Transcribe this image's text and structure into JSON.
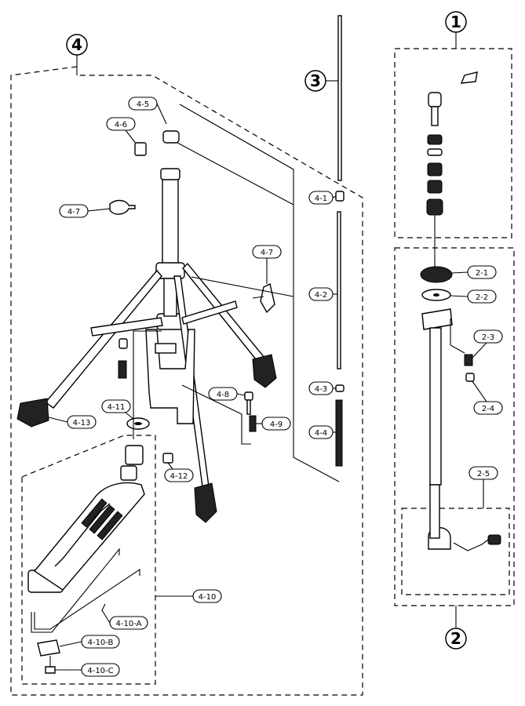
{
  "groups": [
    {
      "id": "g1",
      "label": "1"
    },
    {
      "id": "g2",
      "label": "2"
    },
    {
      "id": "g3",
      "label": "3"
    },
    {
      "id": "g4",
      "label": "4"
    }
  ],
  "labels": {
    "p4_5": "4-5",
    "p4_6": "4-6",
    "p4_7a": "4-7",
    "p4_7b": "4-7",
    "p4_8": "4-8",
    "p4_9": "4-9",
    "p4_10": "4-10",
    "p4_10a": "4-10-A",
    "p4_10b": "4-10-B",
    "p4_10c": "4-10-C",
    "p4_11": "4-11",
    "p4_12": "4-12",
    "p4_13": "4-13",
    "p4_1": "4-1",
    "p4_2": "4-2",
    "p4_3": "4-3",
    "p4_4": "4-4",
    "p2_1": "2-1",
    "p2_2": "2-2",
    "p2_3": "2-3",
    "p2_4": "2-4",
    "p2_5": "2-5"
  }
}
